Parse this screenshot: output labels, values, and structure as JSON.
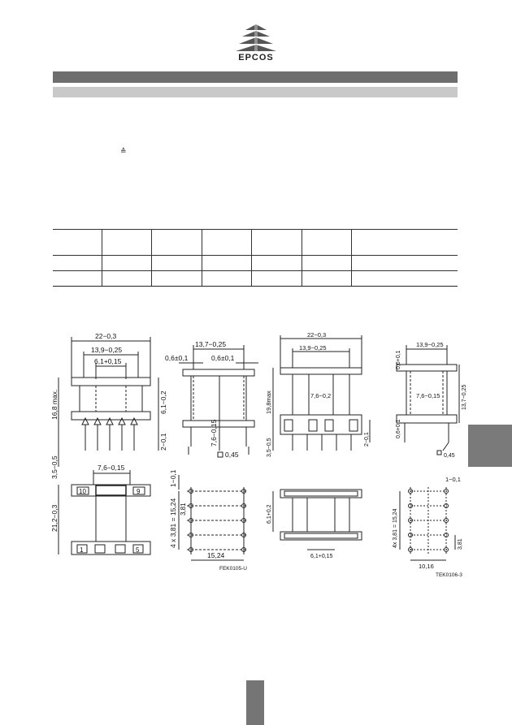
{
  "header": {
    "logo_text": "EPCOS",
    "logo_icon": "epcos-tree-logo-icon"
  },
  "body": {
    "symbol": "≙"
  },
  "drawings": {
    "d1": {
      "width_top": "22−0,3",
      "inner_width": "13,9−0,25",
      "slot_width": "6,1+0,15",
      "height_max": "16,8 max.",
      "right_dim": "6,1−0,2",
      "pin_dim": "2−0,1",
      "bottom_dim": "3,5−0,5"
    },
    "d2": {
      "top_width": "13,7−0,25",
      "left_gap": "0,6±0,1",
      "right_gap": "0,6±0,1",
      "center_dim": "7,6−0,15",
      "pin_square": "0,45"
    },
    "d3": {
      "top_width": "22−0,3",
      "inner_width": "13,9−0,25",
      "core_dim": "7,6−0,2",
      "height_max": "19,8max",
      "right_dim": "2−0,1",
      "bottom_dim": "3,5−0,5"
    },
    "d4": {
      "top_width": "13,9−0,25",
      "side_dim": "0,6+0,1",
      "core_dim": "7,6−0,15",
      "height_dim": "13,7−0,25",
      "lower_side": "0,6+0,1",
      "pin_square": "0,45"
    },
    "d5": {
      "top_dim": "7,6−0,15",
      "height_dim": "21,2−0,3",
      "pin_10": "10",
      "pin_9": "9",
      "pin_1": "1",
      "pin_5": "5"
    },
    "d6": {
      "top_dim": "1−0,1",
      "pitch_dim": "4 x 3,81 = 15,24",
      "pitch_single": "3,81",
      "bottom_dim": "15,24",
      "code": "FEK0105-U"
    },
    "d7": {
      "side_dim": "6,1+0,2",
      "bottom_dim": "6,1+0,15"
    },
    "d8": {
      "top_dim": "1−0,1",
      "pitch_dim": "4x 3,81 = 15,24",
      "pitch_single": "3,81",
      "bottom_dim": "10,16",
      "code": "TEK0106-3"
    }
  }
}
